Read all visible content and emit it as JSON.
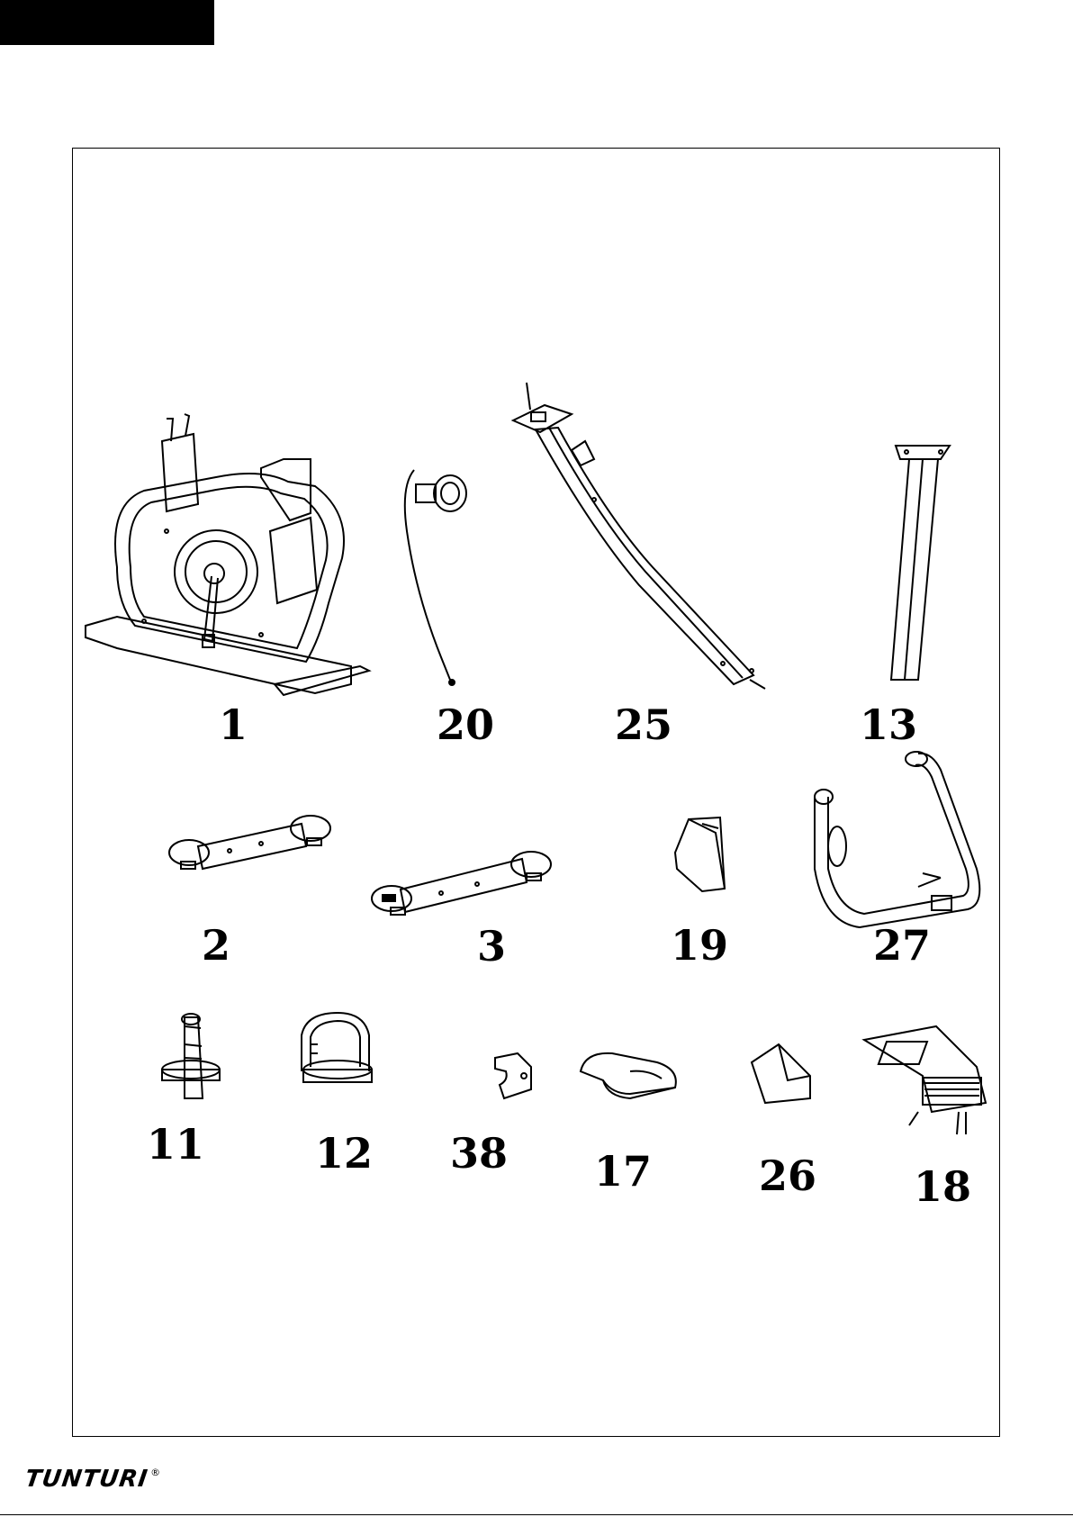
{
  "page": {
    "header_bar_color": "#000000"
  },
  "parts": [
    {
      "id": "p1",
      "label": "1"
    },
    {
      "id": "p20",
      "label": "20"
    },
    {
      "id": "p25",
      "label": "25"
    },
    {
      "id": "p13",
      "label": "13"
    },
    {
      "id": "p2",
      "label": "2"
    },
    {
      "id": "p3",
      "label": "3"
    },
    {
      "id": "p19",
      "label": "19"
    },
    {
      "id": "p27",
      "label": "27"
    },
    {
      "id": "p11",
      "label": "11"
    },
    {
      "id": "p12",
      "label": "12"
    },
    {
      "id": "p38",
      "label": "38"
    },
    {
      "id": "p17",
      "label": "17"
    },
    {
      "id": "p26",
      "label": "26"
    },
    {
      "id": "p18",
      "label": "18"
    }
  ],
  "footer": {
    "logo_text": "TUNTURI",
    "logo_mark": "®"
  }
}
